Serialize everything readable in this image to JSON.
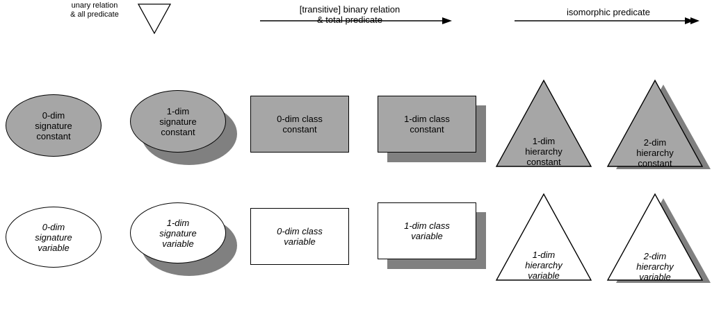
{
  "header": {
    "unary": "unary relation\n& all predicate",
    "binary": "[transitive] binary relation\n& total predicate",
    "isomorphic": "isomorphic predicate"
  },
  "icons": {
    "down-triangle": "down-triangle-icon",
    "arrow": "right-arrow-icon",
    "double-arrow": "right-double-arrow-icon"
  },
  "colors": {
    "fill": "#a6a6a6",
    "shadow": "#808080",
    "stroke": "#000000",
    "background": "#ffffff"
  },
  "rows": [
    {
      "name": "constants",
      "style": "filled",
      "cells": [
        {
          "shape": "ellipse",
          "label": "0-dim\nsignature\nconstant",
          "shadow": false
        },
        {
          "shape": "ellipse",
          "label": "1-dim\nsignature\nconstant",
          "shadow": true
        },
        {
          "shape": "rect",
          "label": "0-dim class\nconstant",
          "shadow": false
        },
        {
          "shape": "rect",
          "label": "1-dim class\nconstant",
          "shadow": true
        },
        {
          "shape": "triangle",
          "label": "1-dim\nhierarchy\nconstant",
          "shadow": false
        },
        {
          "shape": "triangle",
          "label": "2-dim\nhierarchy\nconstant",
          "shadow": true
        }
      ]
    },
    {
      "name": "variables",
      "style": "open",
      "cells": [
        {
          "shape": "ellipse",
          "label": "0-dim\nsignature\nvariable",
          "shadow": false
        },
        {
          "shape": "ellipse",
          "label": "1-dim\nsignature\nvariable",
          "shadow": true
        },
        {
          "shape": "rect",
          "label": "0-dim class\nvariable",
          "shadow": false
        },
        {
          "shape": "rect",
          "label": "1-dim class\nvariable",
          "shadow": true
        },
        {
          "shape": "triangle",
          "label": "1-dim\nhierarchy\nvariable",
          "shadow": false
        },
        {
          "shape": "triangle",
          "label": "2-dim\nhierarchy\nvariable",
          "shadow": true
        }
      ]
    }
  ]
}
